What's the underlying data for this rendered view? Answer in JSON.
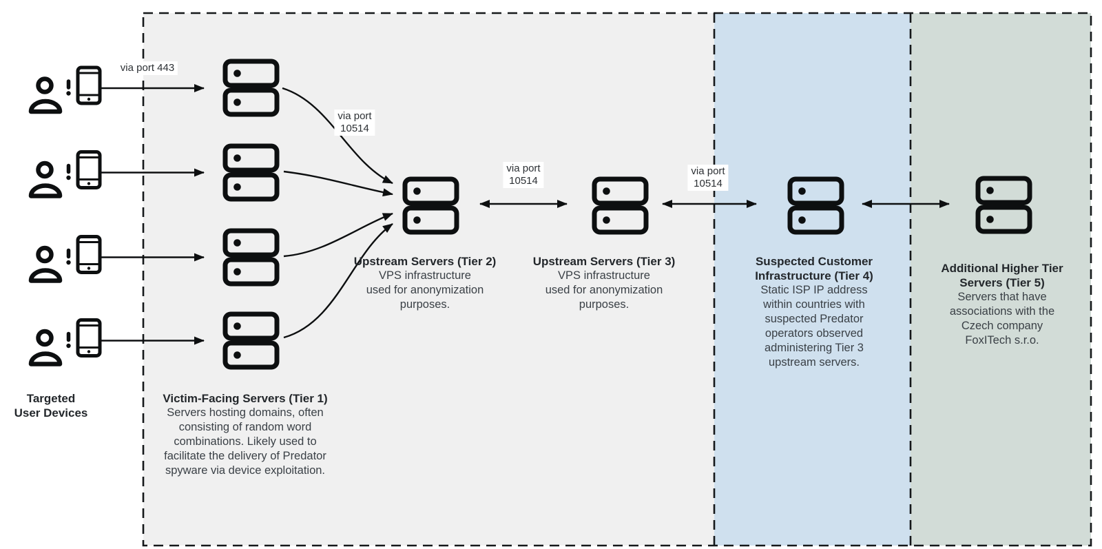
{
  "nodes": {
    "targeted_devices": {
      "title": "Targeted\nUser Devices"
    },
    "tier1": {
      "title": "Victim-Facing Servers (Tier 1)",
      "description": "Servers hosting domains, often\nconsisting of random word\ncombinations. Likely used to\nfacilitate the delivery of Predator\nspyware via device exploitation."
    },
    "tier2": {
      "title": "Upstream Servers (Tier 2)",
      "description": "VPS infrastructure\nused for anonymization\npurposes."
    },
    "tier3": {
      "title": "Upstream Servers (Tier 3)",
      "description": "VPS infrastructure\nused for anonymization\npurposes."
    },
    "tier4": {
      "title": "Suspected Customer\nInfrastructure (Tier 4)",
      "description": "Static ISP IP address\nwithin countries with\nsuspected Predator\noperators observed\nadministering Tier 3\nupstream servers."
    },
    "tier5": {
      "title": "Additional Higher Tier\nServers (Tier 5)",
      "description": "Servers that have\nassociations with the\nCzech company\nFoxITech s.r.o."
    }
  },
  "connections": {
    "devices_to_tier1": {
      "label": "via port 443"
    },
    "tier1_to_tier2": {
      "label": "via port\n10514"
    },
    "tier2_to_tier3": {
      "label": "via port\n10514"
    },
    "tier3_to_tier4": {
      "label": "via port\n10514"
    }
  },
  "icons": {
    "targeted_device": "person-alert-with-smartphone",
    "server": "stacked-server-pair"
  },
  "colors": {
    "tier1_3_zone": "#f0f0f0",
    "tier4_zone": "#cfe0ee",
    "tier5_zone": "#d2dcd7",
    "ink": "#0d0f10"
  }
}
